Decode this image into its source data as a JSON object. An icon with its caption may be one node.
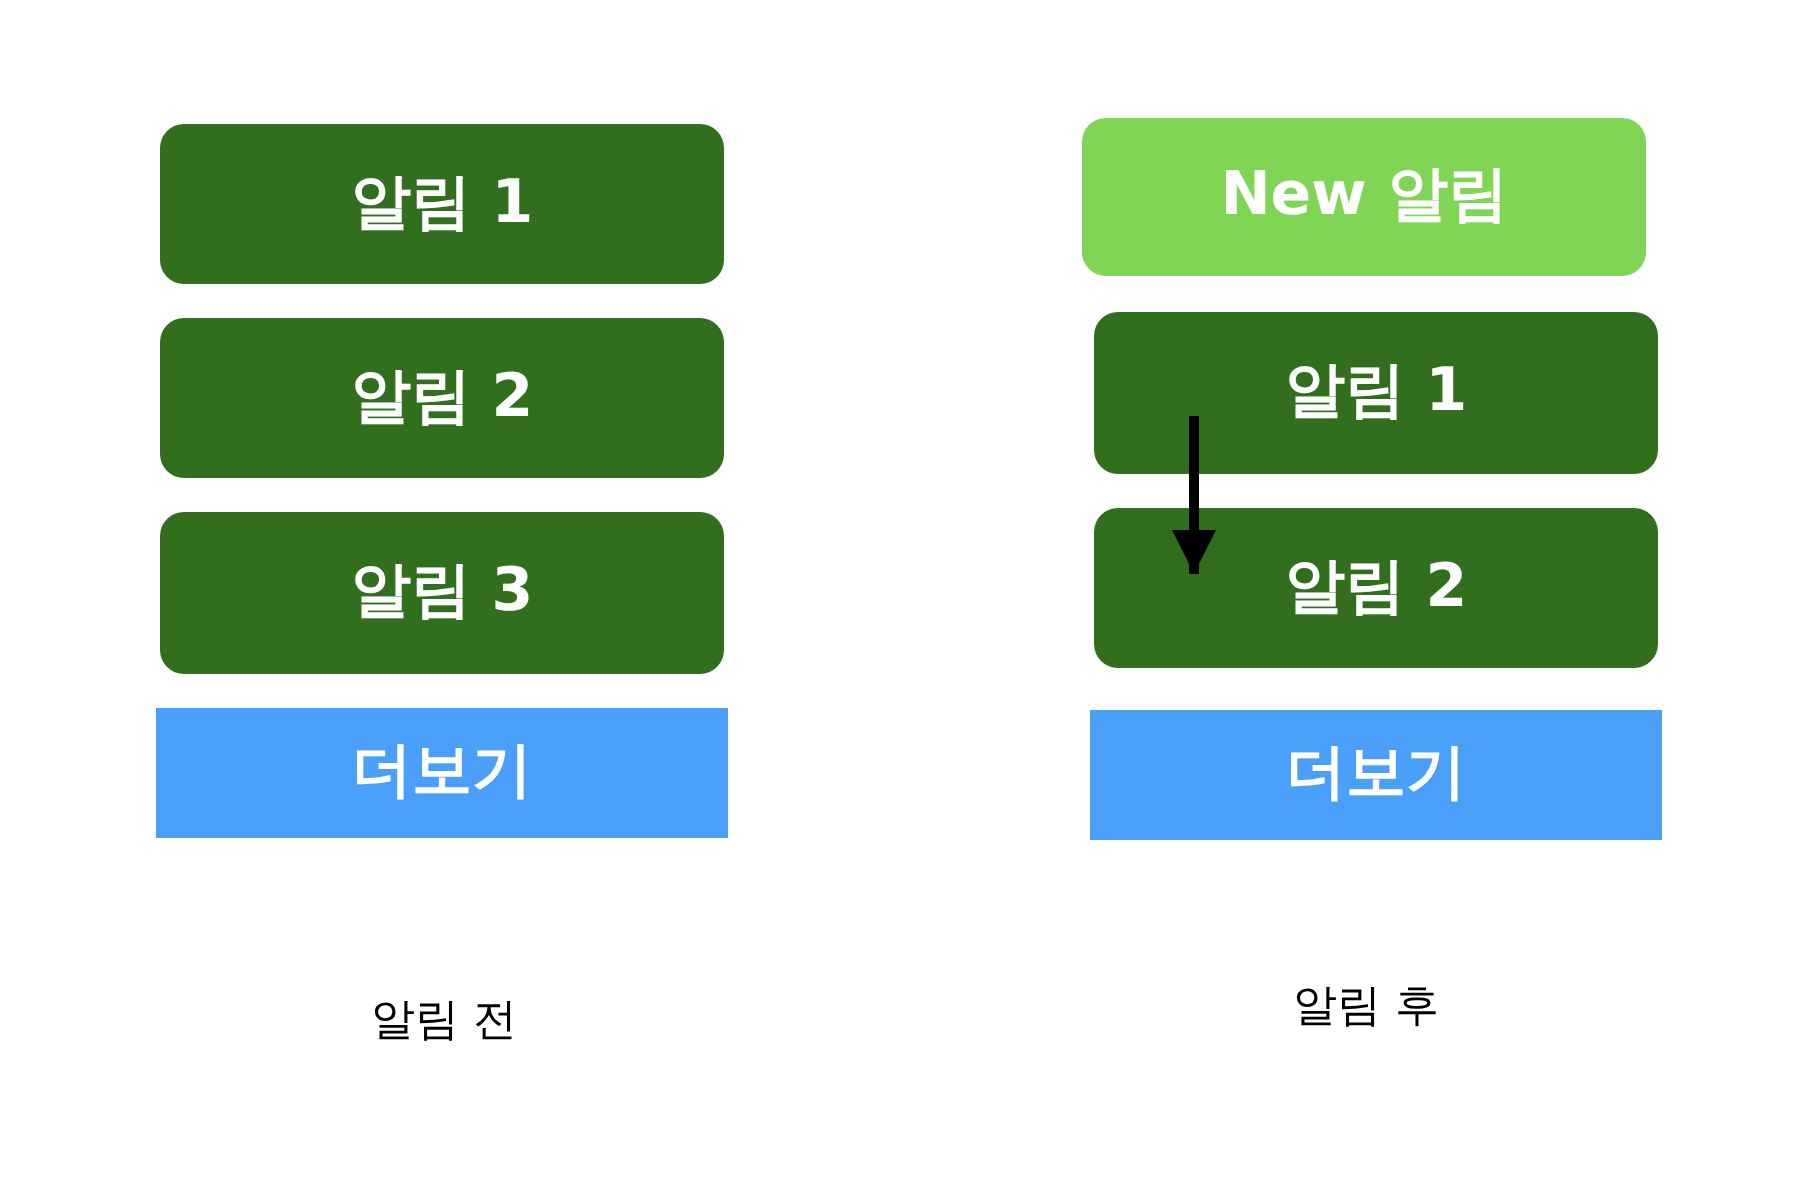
{
  "diagram": {
    "nodes": [
      {
        "text": [
          "알림 1"
        ]
      },
      {
        "text": [
          "알림 2"
        ]
      },
      {
        "text": [
          "알림 3"
        ]
      },
      {
        "text": [
          "더보기"
        ]
      },
      {
        "text": [
          "New 알림"
        ]
      },
      {
        "text": [
          "알림 1"
        ]
      },
      {
        "text": [
          "알림 2"
        ]
      },
      {
        "text": [
          "더보기"
        ]
      }
    ],
    "edges": [
      {
        "from": 5,
        "to": 6,
        "arrow": "to"
      }
    ],
    "labels": [
      "알림 전",
      "알림 후"
    ]
  }
}
